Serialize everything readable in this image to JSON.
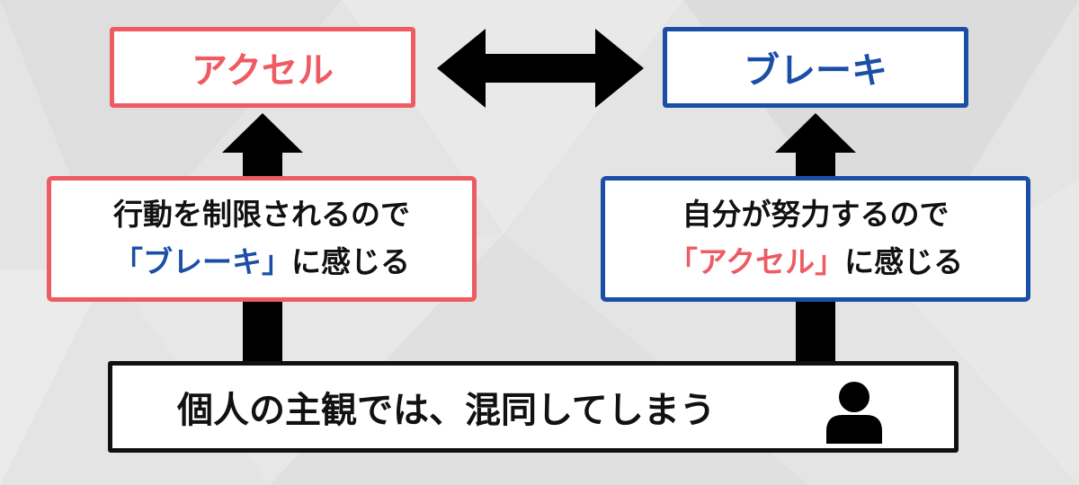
{
  "colors": {
    "accel": "#ee5b62",
    "brake": "#1b4fa6",
    "arrow": "#000000",
    "background": "#e6e6e6"
  },
  "top_left": {
    "label": "アクセル"
  },
  "top_right": {
    "label": "ブレーキ"
  },
  "mid_left": {
    "line1": "行動を制限されるので",
    "line2_open": "「",
    "line2_keyword": "ブレーキ",
    "line2_close": "」",
    "line2_rest": "に感じる"
  },
  "mid_right": {
    "line1": "自分が努力するので",
    "line2_open": "「",
    "line2_keyword": "アクセル",
    "line2_close": "」",
    "line2_rest": "に感じる"
  },
  "bottom": {
    "text": "個人の主観では、混同してしまう",
    "icon": "person-icon"
  },
  "arrows": {
    "horizontal": "double-headed",
    "vertical": "up"
  }
}
